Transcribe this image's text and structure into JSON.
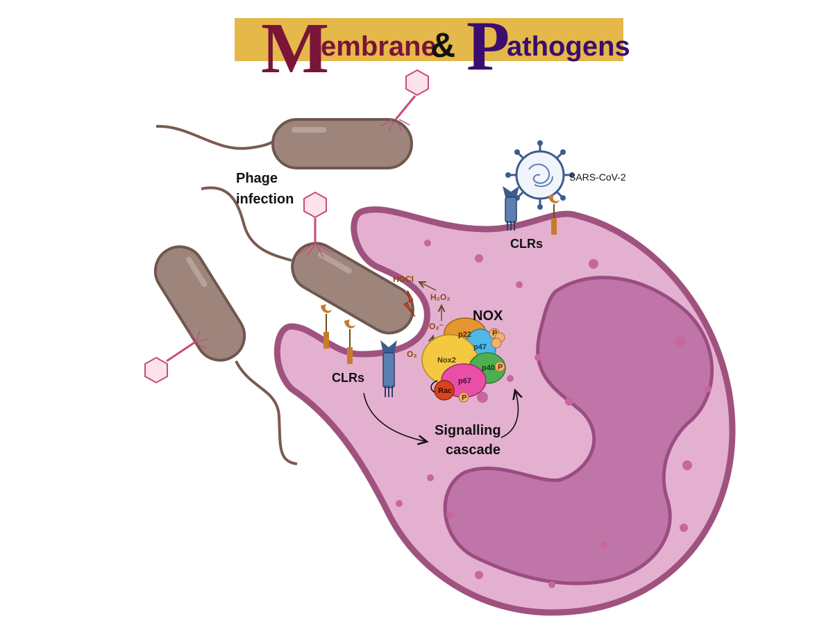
{
  "header": {
    "word1_initial": "M",
    "word1_rest": "embrane",
    "amp": "&",
    "word2_initial": "P",
    "word2_rest": "athogens",
    "band_color": "#e5b84a",
    "word1_color": "#7a1438",
    "word2_color": "#3a0d6e"
  },
  "labels": {
    "phage_line1": "Phage",
    "phage_line2": "infection",
    "sars": "SARS-CoV-2",
    "clrs_top": "CLRs",
    "clrs_left": "CLRs",
    "nox": "NOX",
    "signalling_line1": "Signalling",
    "signalling_line2": "cascade",
    "hocl": "HOCl",
    "h2o2": "H₂O₂",
    "o2_radical": "O₂⁻",
    "o2": "O₂"
  },
  "nox_subunits": {
    "p22": "p22",
    "p47": "p47",
    "nox2": "Nox2",
    "p40": "p40",
    "p67": "p67",
    "rac": "Rac",
    "phospho": "P"
  },
  "colors": {
    "cell_fill": "#e4b0d0",
    "cell_stroke": "#a0527f",
    "nucleus_fill": "#bf75a8",
    "bacterium_fill": "#9e857c",
    "bacterium_stroke": "#6e574f",
    "phage_color": "#c94a7a",
    "receptor_color": "#3d5b8c",
    "clr_orange": "#c97a2e"
  }
}
